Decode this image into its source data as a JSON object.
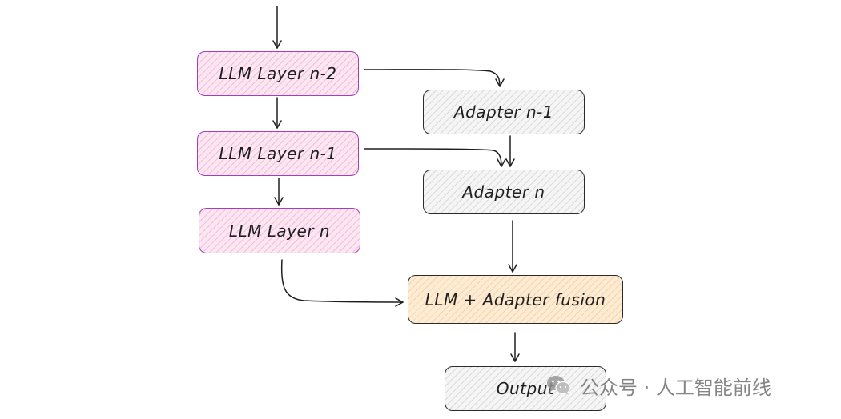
{
  "nodes": {
    "llm_n_minus_2": "LLM Layer n-2",
    "llm_n_minus_1": "LLM Layer n-1",
    "llm_n": "LLM Layer n",
    "adapter_n_minus_1": "Adapter n-1",
    "adapter_n": "Adapter n",
    "fusion": "LLM + Adapter fusion",
    "output": "Output"
  },
  "watermark": {
    "text": "公众号 · 人工智能前线",
    "logo": "wechat-icon"
  },
  "colors": {
    "llm_border": "#a53fb8",
    "llm_fill": "#fbe6f2",
    "adapter_fill": "#f5f5f5",
    "fusion_fill": "#fdebd3",
    "stroke": "#1e1e1e"
  }
}
